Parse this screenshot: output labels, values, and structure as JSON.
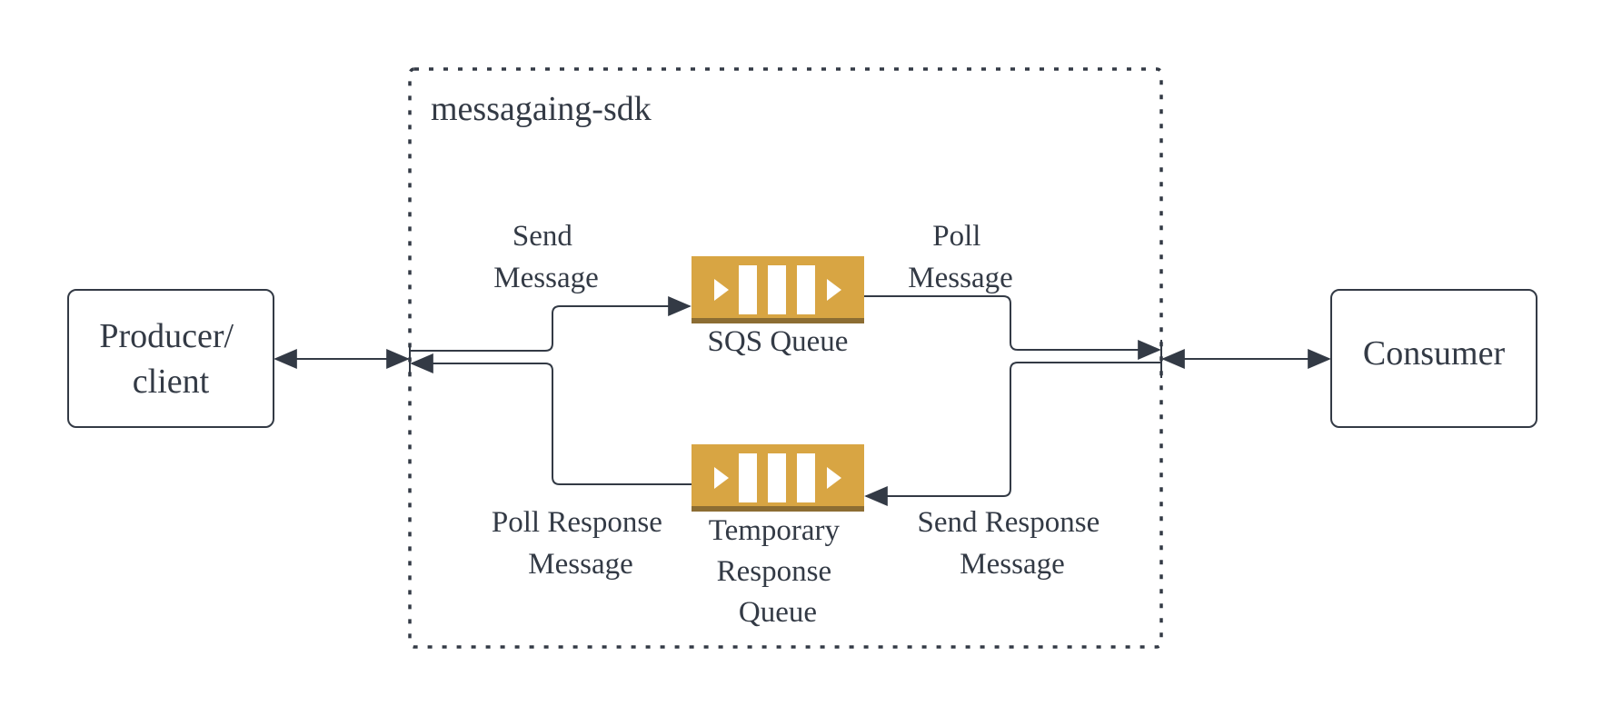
{
  "container": {
    "label": "messagaing-sdk"
  },
  "nodes": {
    "producer": {
      "lines": [
        "Producer/",
        "client"
      ]
    },
    "consumer": {
      "lines": [
        "Consumer"
      ]
    },
    "sqs_queue": {
      "lines": [
        "SQS Queue"
      ]
    },
    "temp_queue": {
      "lines": [
        "Temporary",
        "Response",
        "Queue"
      ]
    }
  },
  "edges": {
    "send_message": {
      "lines": [
        "Send",
        "Message"
      ]
    },
    "poll_message": {
      "lines": [
        "Poll",
        "Message"
      ]
    },
    "poll_response": {
      "lines": [
        "Poll Response",
        "Message"
      ]
    },
    "send_response": {
      "lines": [
        "Send Response",
        "Message"
      ]
    }
  },
  "colors": {
    "queue_fill": "#d8a543",
    "queue_bottom": "#8c6d33",
    "queue_glyph": "#ffffff",
    "stroke": "#333a45"
  },
  "icons": {
    "queue": "sqs-queue-icon",
    "arrow": "arrowhead"
  }
}
